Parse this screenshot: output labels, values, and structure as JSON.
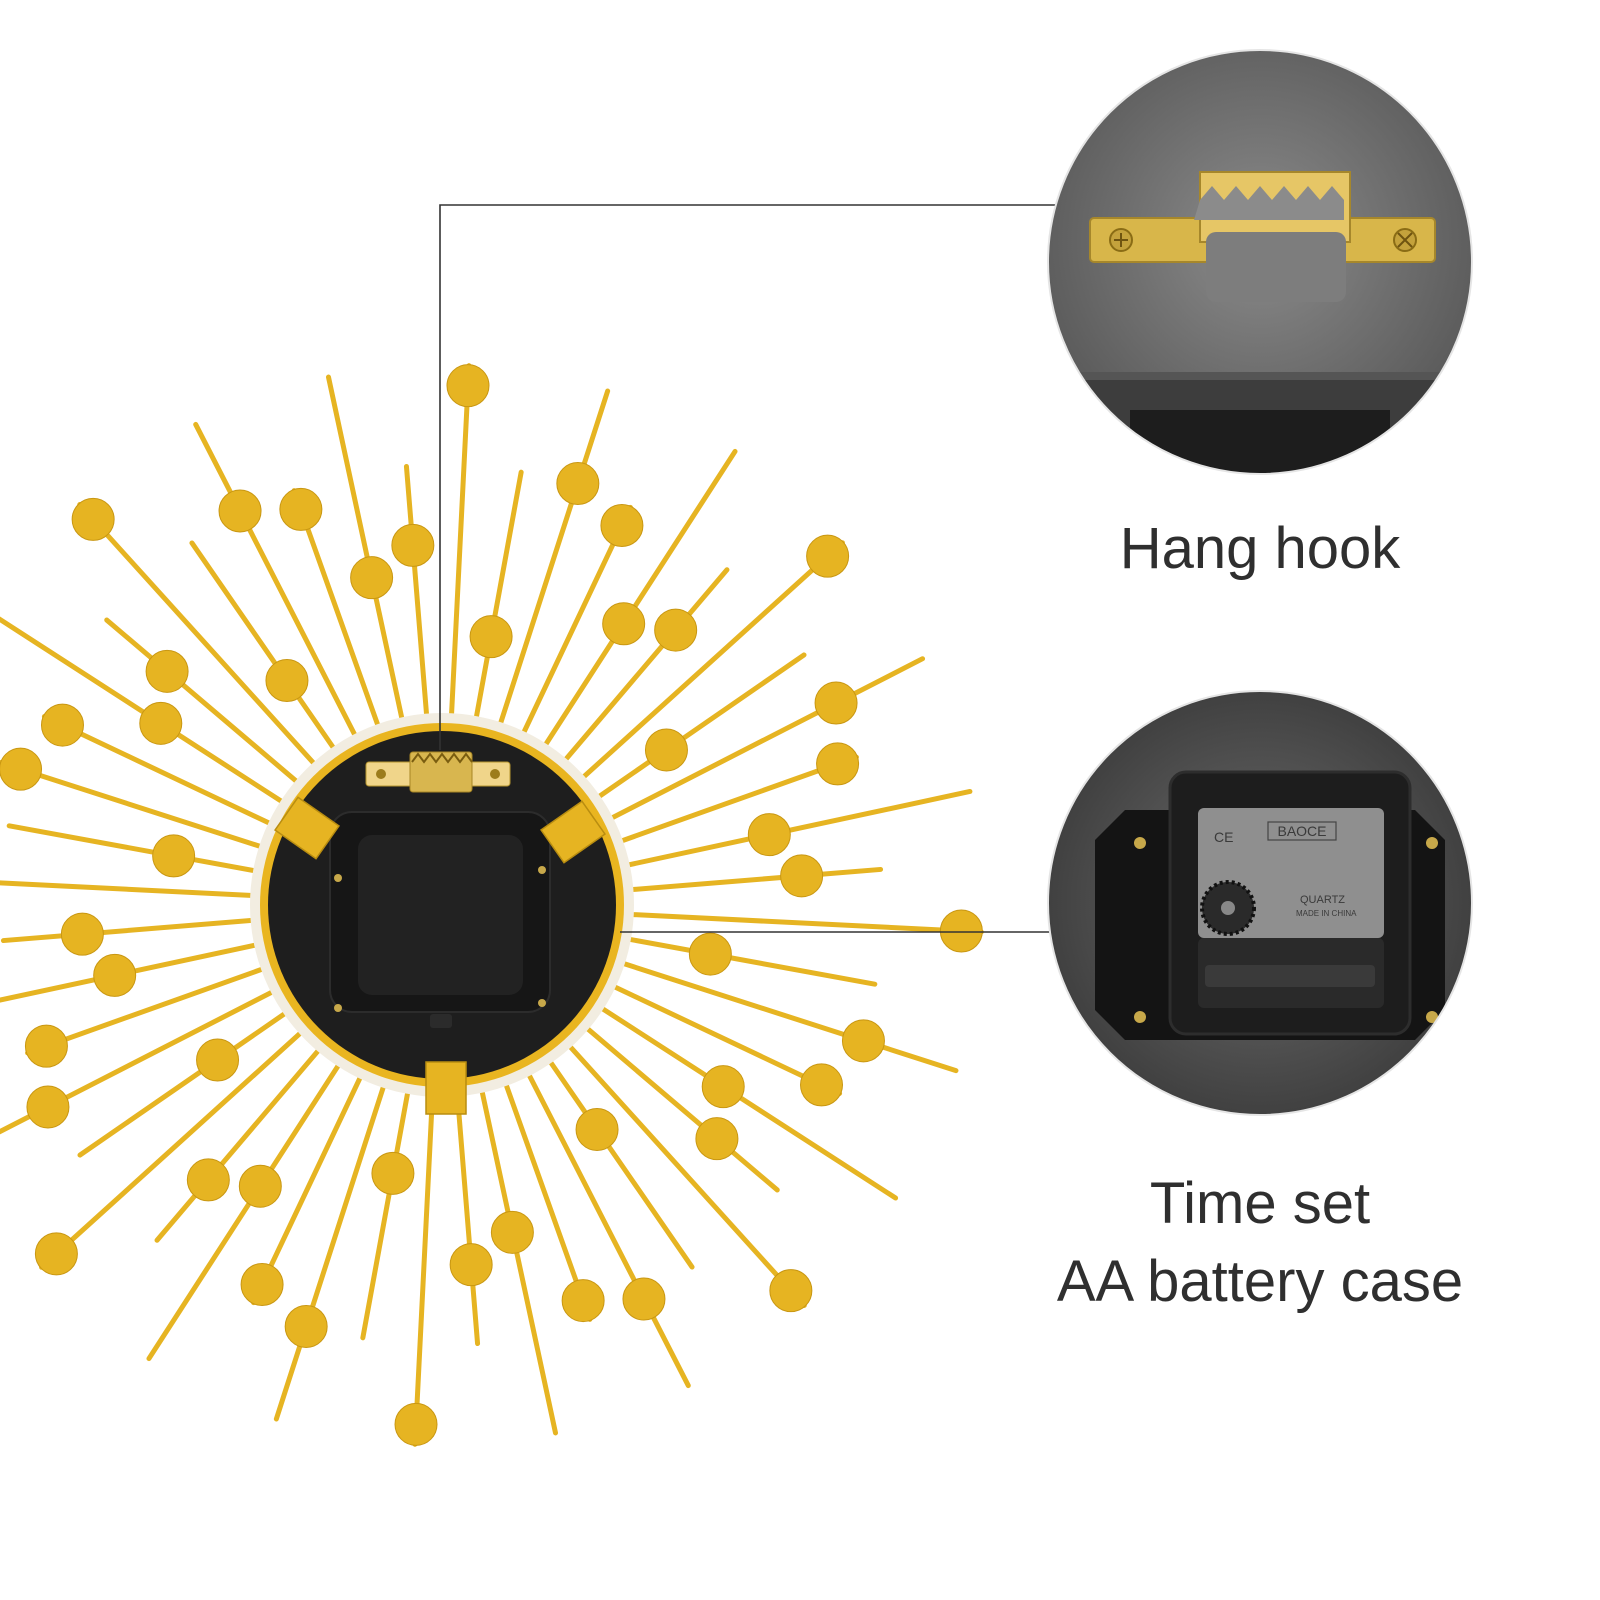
{
  "callouts": {
    "hang_hook": {
      "label": "Hang hook"
    },
    "battery": {
      "line1": "Time set",
      "line2": "AA battery case"
    }
  },
  "product_text": {
    "brand": "BAOCE",
    "marks": "CE",
    "movement": "QUARTZ",
    "origin": "MADE IN CHINA"
  },
  "colors": {
    "gold": "#e6b422",
    "gold_dark": "#c99712",
    "clock_back": "#1f1f1f",
    "leader_line": "#333333",
    "label_text": "#2f2f2f"
  },
  "clock": {
    "spokes": 48
  }
}
